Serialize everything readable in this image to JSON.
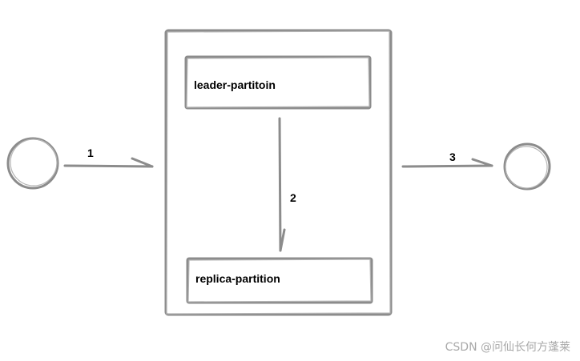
{
  "nodes": {
    "container": {
      "type": "rectangle"
    },
    "leader_box": {
      "label": "leader-partitoin"
    },
    "replica_box": {
      "label": "replica-partition"
    },
    "input_node": {
      "type": "circle"
    },
    "output_node": {
      "type": "circle"
    }
  },
  "edges": [
    {
      "label": "1",
      "from": "input_node",
      "to": "container"
    },
    {
      "label": "2",
      "from": "leader_box",
      "to": "replica_box"
    },
    {
      "label": "3",
      "from": "container",
      "to": "output_node"
    }
  ],
  "watermark": "CSDN @问仙长何方蓬莱",
  "colors": {
    "stroke": "#8c8c8c",
    "text": "#000000",
    "watermark": "#a8a8a8"
  }
}
